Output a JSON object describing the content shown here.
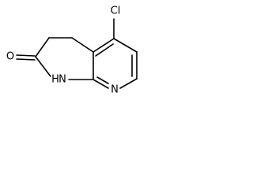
{
  "molecule": {
    "atoms": {
      "chlorine": "Cl",
      "ring_nitrogen": "N",
      "amide_nh": "N",
      "amide_h": "H",
      "carbonyl_oxygen": "O"
    }
  }
}
